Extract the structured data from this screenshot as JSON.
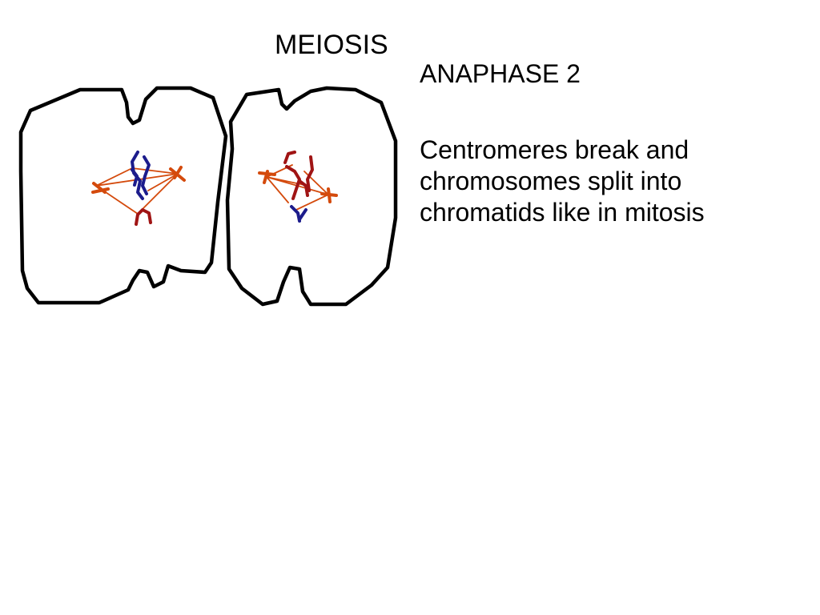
{
  "title": "MEIOSIS",
  "phase": "ANAPHASE 2",
  "description_lines": [
    "Centromeres break and",
    "chromosomes split into",
    "chromatids like in mitosis"
  ],
  "colors": {
    "background": "#ffffff",
    "membrane": "#000000",
    "spindle": "#d44a0c",
    "chromosome_blue": "#1c1c8c",
    "chromosome_red": "#a01414"
  }
}
